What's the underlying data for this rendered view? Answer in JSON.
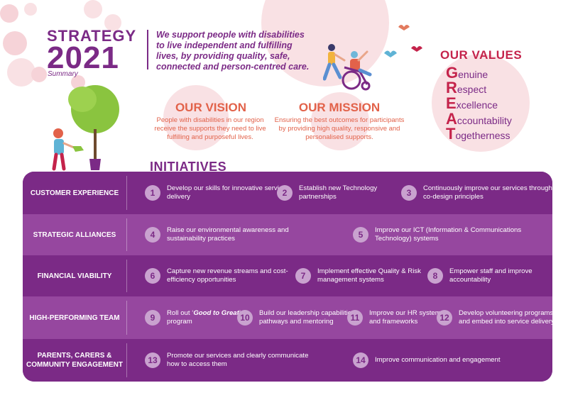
{
  "header": {
    "strategy": "STRATEGY",
    "year": "2021",
    "summary": "Summary",
    "tagline": "We support people with disabilities to live independent and fulfilling lives, by providing quality, safe, connected and person-centred care."
  },
  "vision": {
    "title": "OUR VISION",
    "text": "People with disabilities in our region receive the supports they need to live fulfilling and purposeful lives."
  },
  "mission": {
    "title": "OUR MISSION",
    "text": "Ensuring the best outcomes for participants by providing high quality, responsive and personalised supports."
  },
  "values": {
    "title": "OUR VALUES",
    "items": [
      {
        "letter": "G",
        "rest": "enuine"
      },
      {
        "letter": "R",
        "rest": "espect"
      },
      {
        "letter": "E",
        "rest": "xcellence"
      },
      {
        "letter": "A",
        "rest": "ccountability"
      },
      {
        "letter": "T",
        "rest": "ogetherness"
      }
    ]
  },
  "initiatives": {
    "title": "INITIATIVES",
    "rows": [
      {
        "label": "CUSTOMER EXPERIENCE",
        "items": [
          {
            "num": "1",
            "text": "Develop our skills for innovative service delivery"
          },
          {
            "num": "2",
            "text": "Establish new Technology partnerships"
          },
          {
            "num": "3",
            "text": "Continuously improve our services through co-design principles"
          }
        ]
      },
      {
        "label": "STRATEGIC ALLIANCES",
        "items": [
          {
            "num": "4",
            "text": "Raise our environmental awareness and sustainability practices"
          },
          {
            "num": "5",
            "text": "Improve our ICT (Information & Communications Technology) systems"
          }
        ]
      },
      {
        "label": "FINANCIAL VIABILITY",
        "items": [
          {
            "num": "6",
            "text": "Capture new revenue streams and cost-efficiency opportunities"
          },
          {
            "num": "7",
            "text": "Implement effective Quality & Risk management systems"
          },
          {
            "num": "8",
            "text": "Empower staff and improve accountability"
          }
        ]
      },
      {
        "label": "HIGH-PERFORMING TEAM",
        "items": [
          {
            "num": "9",
            "text_pre": "Roll out ‘",
            "text_em": "Good to Great",
            "text_post": "’ program"
          },
          {
            "num": "10",
            "text": "Build our leadership capabilities, pathways and mentoring"
          },
          {
            "num": "11",
            "text": "Improve our HR systems and frameworks"
          },
          {
            "num": "12",
            "text": "Develop volunteering programs and embed into service delivery"
          }
        ]
      },
      {
        "label": "PARENTS, CARERS & COMMUNITY ENGAGEMENT",
        "items": [
          {
            "num": "13",
            "text": "Promote our services and clearly communicate how to access them"
          },
          {
            "num": "14",
            "text": "Improve communication and engagement"
          }
        ]
      }
    ]
  },
  "colors": {
    "purple": "#7b2a86",
    "purple_light": "#96479f",
    "coral": "#e2624a",
    "crimson": "#c4234b",
    "pink_bg": "#f9e1e4"
  }
}
